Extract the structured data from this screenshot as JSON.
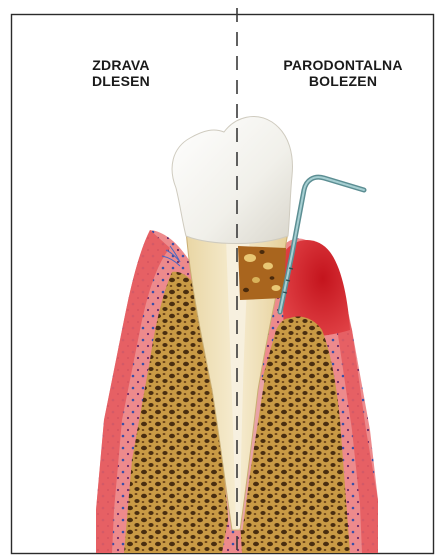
{
  "labels": {
    "healthy": [
      "ZDRAVA",
      "DLESEN"
    ],
    "disease": [
      "PARODONTALNA",
      "BOLEZEN"
    ]
  },
  "colors": {
    "border": "#2b2b2b",
    "gum": "#e8686a",
    "gum_inflamed": "#d9222a",
    "bone": "#b88a3a",
    "bone_pore": "#4a2e10",
    "dentin": "#f2e4bd",
    "enamel": "#f7f7f2",
    "pulp": "#f6efe0",
    "probe": "#6fa4a8",
    "tartar": "#a9651e",
    "divider": "#3a3a3a"
  },
  "icons": [
    "tooth-illustration",
    "periodontal-probe",
    "tartar-deposit"
  ]
}
